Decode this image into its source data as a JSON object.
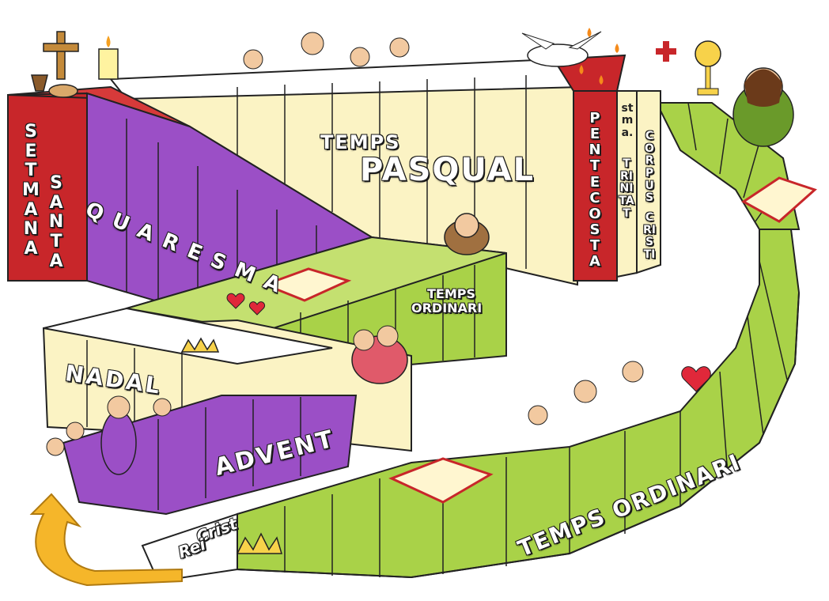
{
  "labels": {
    "setmana": "SETMANA",
    "santa": "SANTA",
    "quaresma": "QUARESMA",
    "temps_pasqual_1": "TEMPS",
    "temps_pasqual_2": "PASQUAL",
    "pentecosta": "PENTECOSTA",
    "trinitat_1": "stma.",
    "trinitat_2": "TRINITAT",
    "corpus_1": "CORPUS",
    "corpus_2": "CRISTI",
    "temps_ordinari_upper_1": "TEMPS",
    "temps_ordinari_upper_2": "ORDINARI",
    "nadal": "NADAL",
    "advent": "ADVENT",
    "temps_ordinari_lower": "TEMPS ORDINARI",
    "crist_rei_1": "Crist",
    "crist_rei_2": "Rei"
  },
  "colors": {
    "red": "#c8262a",
    "purple": "#9b4fc6",
    "cream": "#fbf3c4",
    "green": "#a9d248",
    "dark_green": "#7ea82e",
    "outline": "#222222",
    "arrow": "#f5b62a"
  },
  "icons": [
    "cross-icon",
    "candle-icon",
    "chalice-icon",
    "dove-icon",
    "flame-icon",
    "monstrance-icon",
    "jesus-icon",
    "bible-icon",
    "heart-icon",
    "crown-icon",
    "holy-family-icon",
    "people-icon",
    "priest-icon",
    "return-arrow-icon"
  ]
}
